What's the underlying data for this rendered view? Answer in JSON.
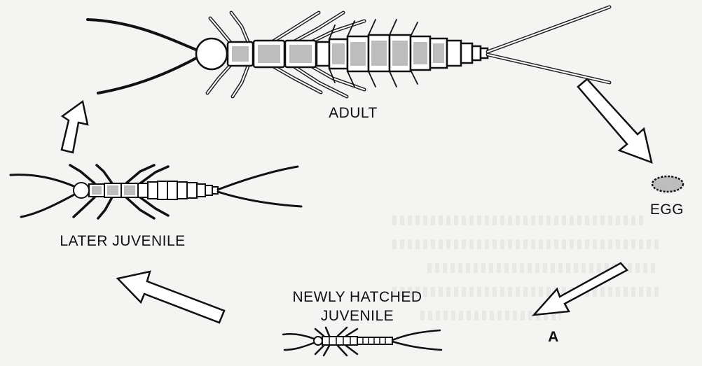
{
  "labels": {
    "adult": "ADULT",
    "egg": "EGG",
    "later_juvenile": "LATER JUVENILE",
    "newly_hatched_line1": "NEWLY HATCHED",
    "newly_hatched_line2": "JUVENILE",
    "unknown_stage": "A"
  },
  "colors": {
    "background": "#f4f4f2",
    "ink": "#111111",
    "segment_fill": "#bdbdbd"
  },
  "stages": [
    "adult",
    "egg",
    "A",
    "newly hatched juvenile",
    "later juvenile"
  ]
}
